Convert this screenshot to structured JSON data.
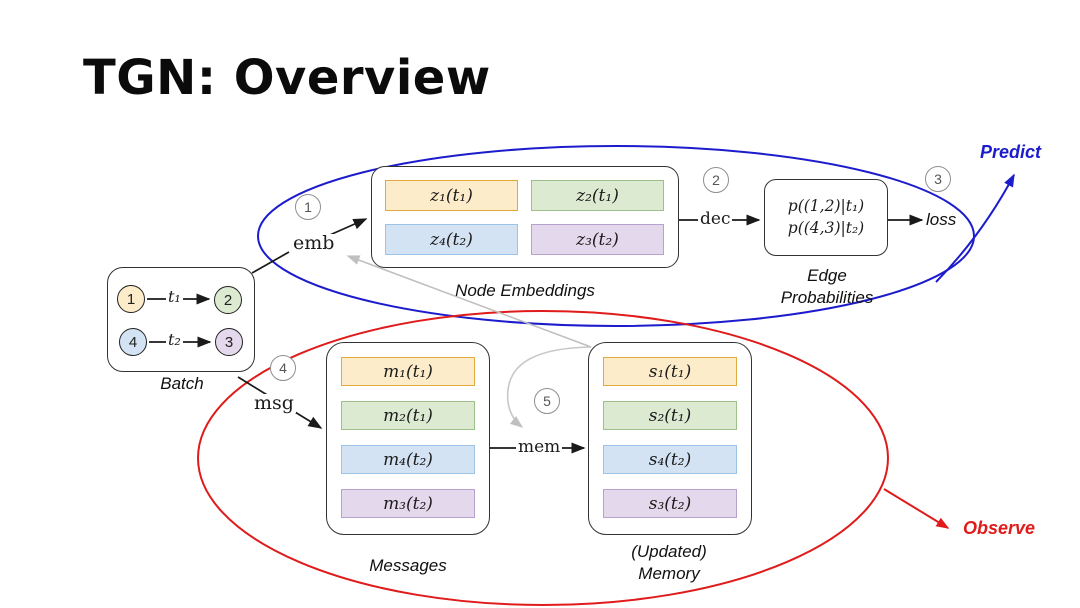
{
  "title": "TGN: Overview",
  "annotations": {
    "predict": "Predict",
    "observe": "Observe"
  },
  "steps": [
    "1",
    "2",
    "3",
    "4",
    "5"
  ],
  "flow_labels": {
    "emb": "emb",
    "dec": "dec",
    "loss": "loss",
    "msg": "msg",
    "mem": "mem"
  },
  "batch": {
    "caption": "Batch",
    "edges": [
      {
        "src": "1",
        "time": "t₁",
        "dst": "2"
      },
      {
        "src": "4",
        "time": "t₂",
        "dst": "3"
      }
    ]
  },
  "node_embeddings": {
    "caption": "Node Embeddings",
    "cells": [
      "z₁(t₁)",
      "z₂(t₁)",
      "z₄(t₂)",
      "z₃(t₂)"
    ]
  },
  "edge_probabilities": {
    "caption_line1": "Edge",
    "caption_line2": "Probabilities",
    "lines": [
      "p((1,2)|t₁)",
      "p((4,3)|t₂)"
    ]
  },
  "messages": {
    "caption": "Messages",
    "cells": [
      "m₁(t₁)",
      "m₂(t₁)",
      "m₄(t₂)",
      "m₃(t₂)"
    ]
  },
  "memory": {
    "caption_line1": "(Updated)",
    "caption_line2": "Memory",
    "cells": [
      "s₁(t₁)",
      "s₂(t₁)",
      "s₄(t₂)",
      "s₃(t₂)"
    ]
  },
  "colors": {
    "predict_blue": "#1c1ccd",
    "observe_red": "#e01b1b",
    "orange_fill": "#fcecca",
    "orange_border": "#e2a93f",
    "green_fill": "#dcead2",
    "green_border": "#9dc08a",
    "blue_fill": "#d3e3f4",
    "blue_border": "#9dc3e6",
    "purple_fill": "#e4d9ec",
    "purple_border": "#b7a2cf",
    "gray_arrow": "#bfbfbf"
  }
}
